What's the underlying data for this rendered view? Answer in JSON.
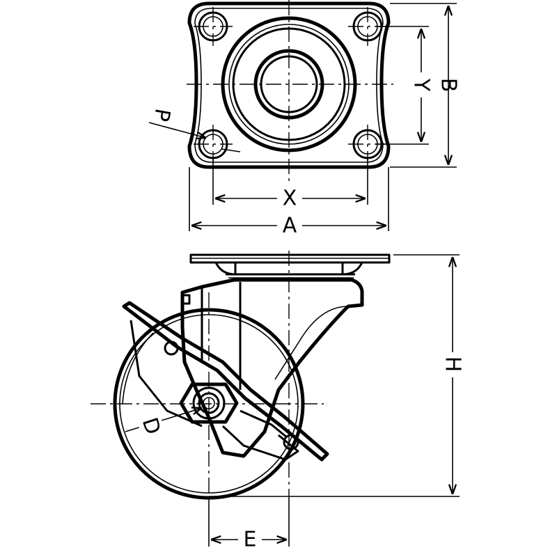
{
  "labels": {
    "A": "A",
    "B": "B",
    "X": "X",
    "Y": "Y",
    "P": "P",
    "H": "H",
    "D": "D",
    "E": "E"
  },
  "colors": {
    "line": "#000000",
    "background": "#ffffff"
  }
}
